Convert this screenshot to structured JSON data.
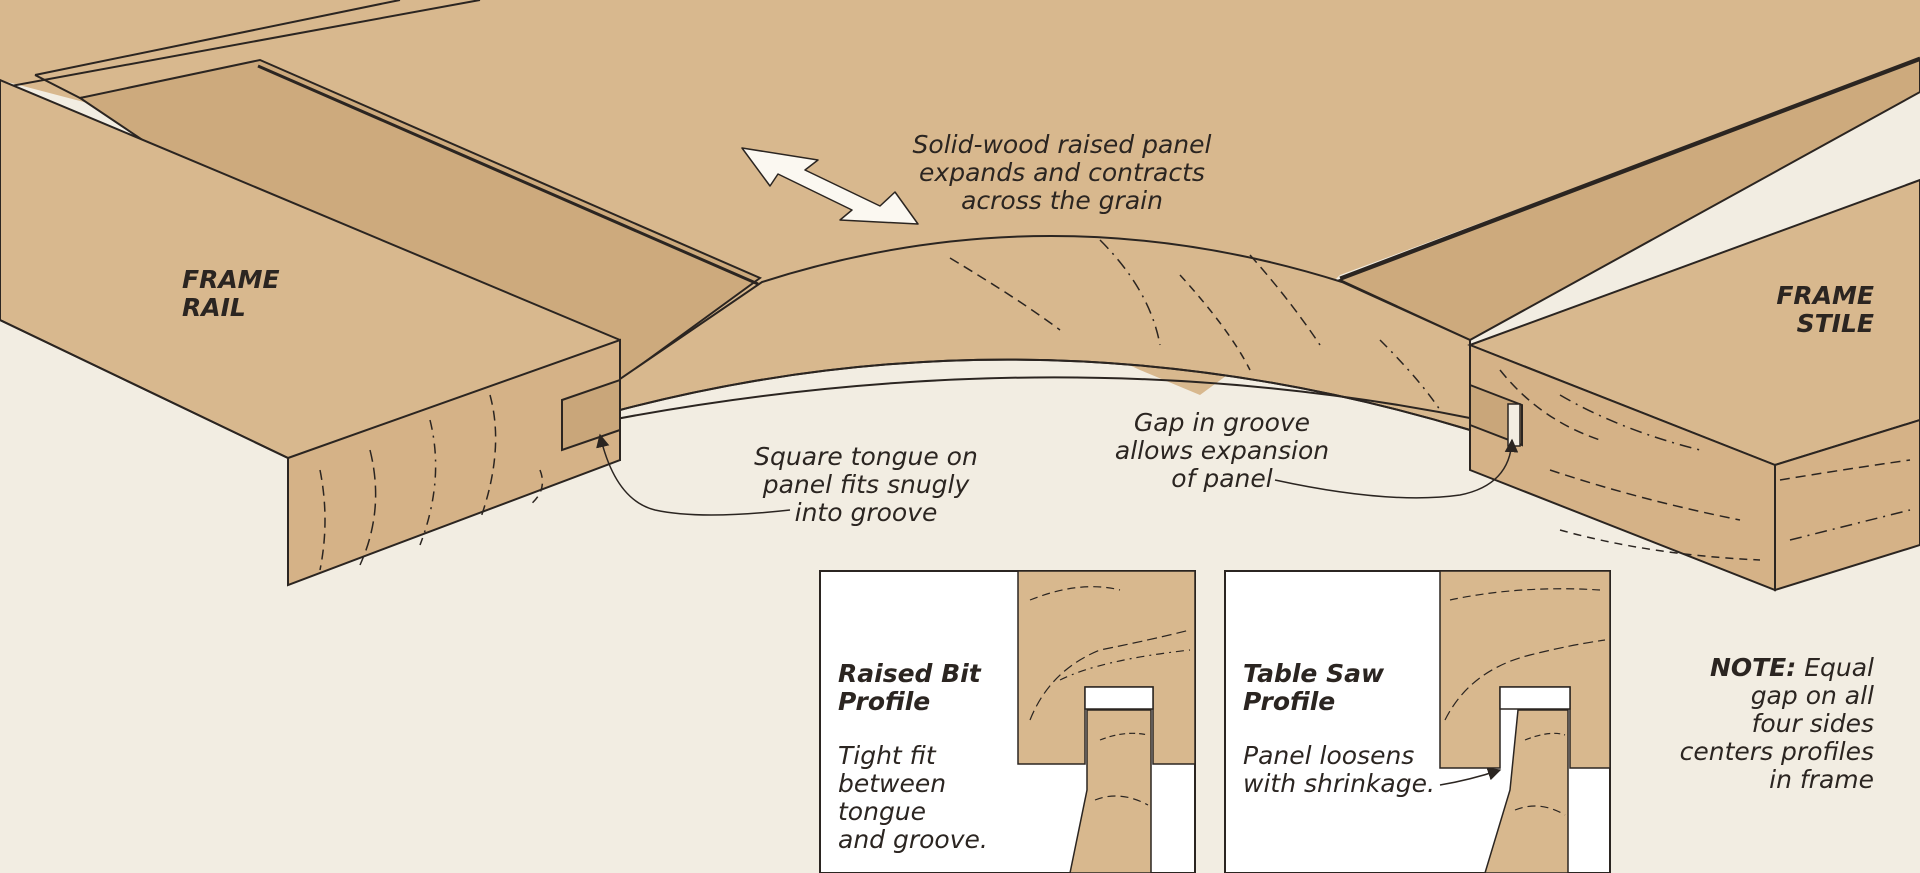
{
  "labels": {
    "frame_rail": "FRAME\nRAIL",
    "frame_stile": "FRAME\nSTILE",
    "panel_note": "Solid-wood raised panel\nexpands and contracts\nacross the grain",
    "tongue_note": "Square tongue on\npanel fits snugly\ninto groove",
    "gap_note": "Gap in groove\nallows expansion\nof panel"
  },
  "note": {
    "lead": "NOTE:",
    "text": " Equal\ngap on all\nfour sides\ncenters profiles\nin frame"
  },
  "insets": [
    {
      "title": "Raised Bit\nProfile",
      "caption": "Tight fit\nbetween\ntongue\nand groove."
    },
    {
      "title": "Table Saw\nProfile",
      "caption": "Panel loosens\nwith shrinkage."
    }
  ],
  "colors": {
    "wood": "#d8b88e",
    "wood_dark": "#c9a67a",
    "line": "#2b2521",
    "background": "#f2ede2",
    "arrow_fill": "#fbf8f1"
  }
}
